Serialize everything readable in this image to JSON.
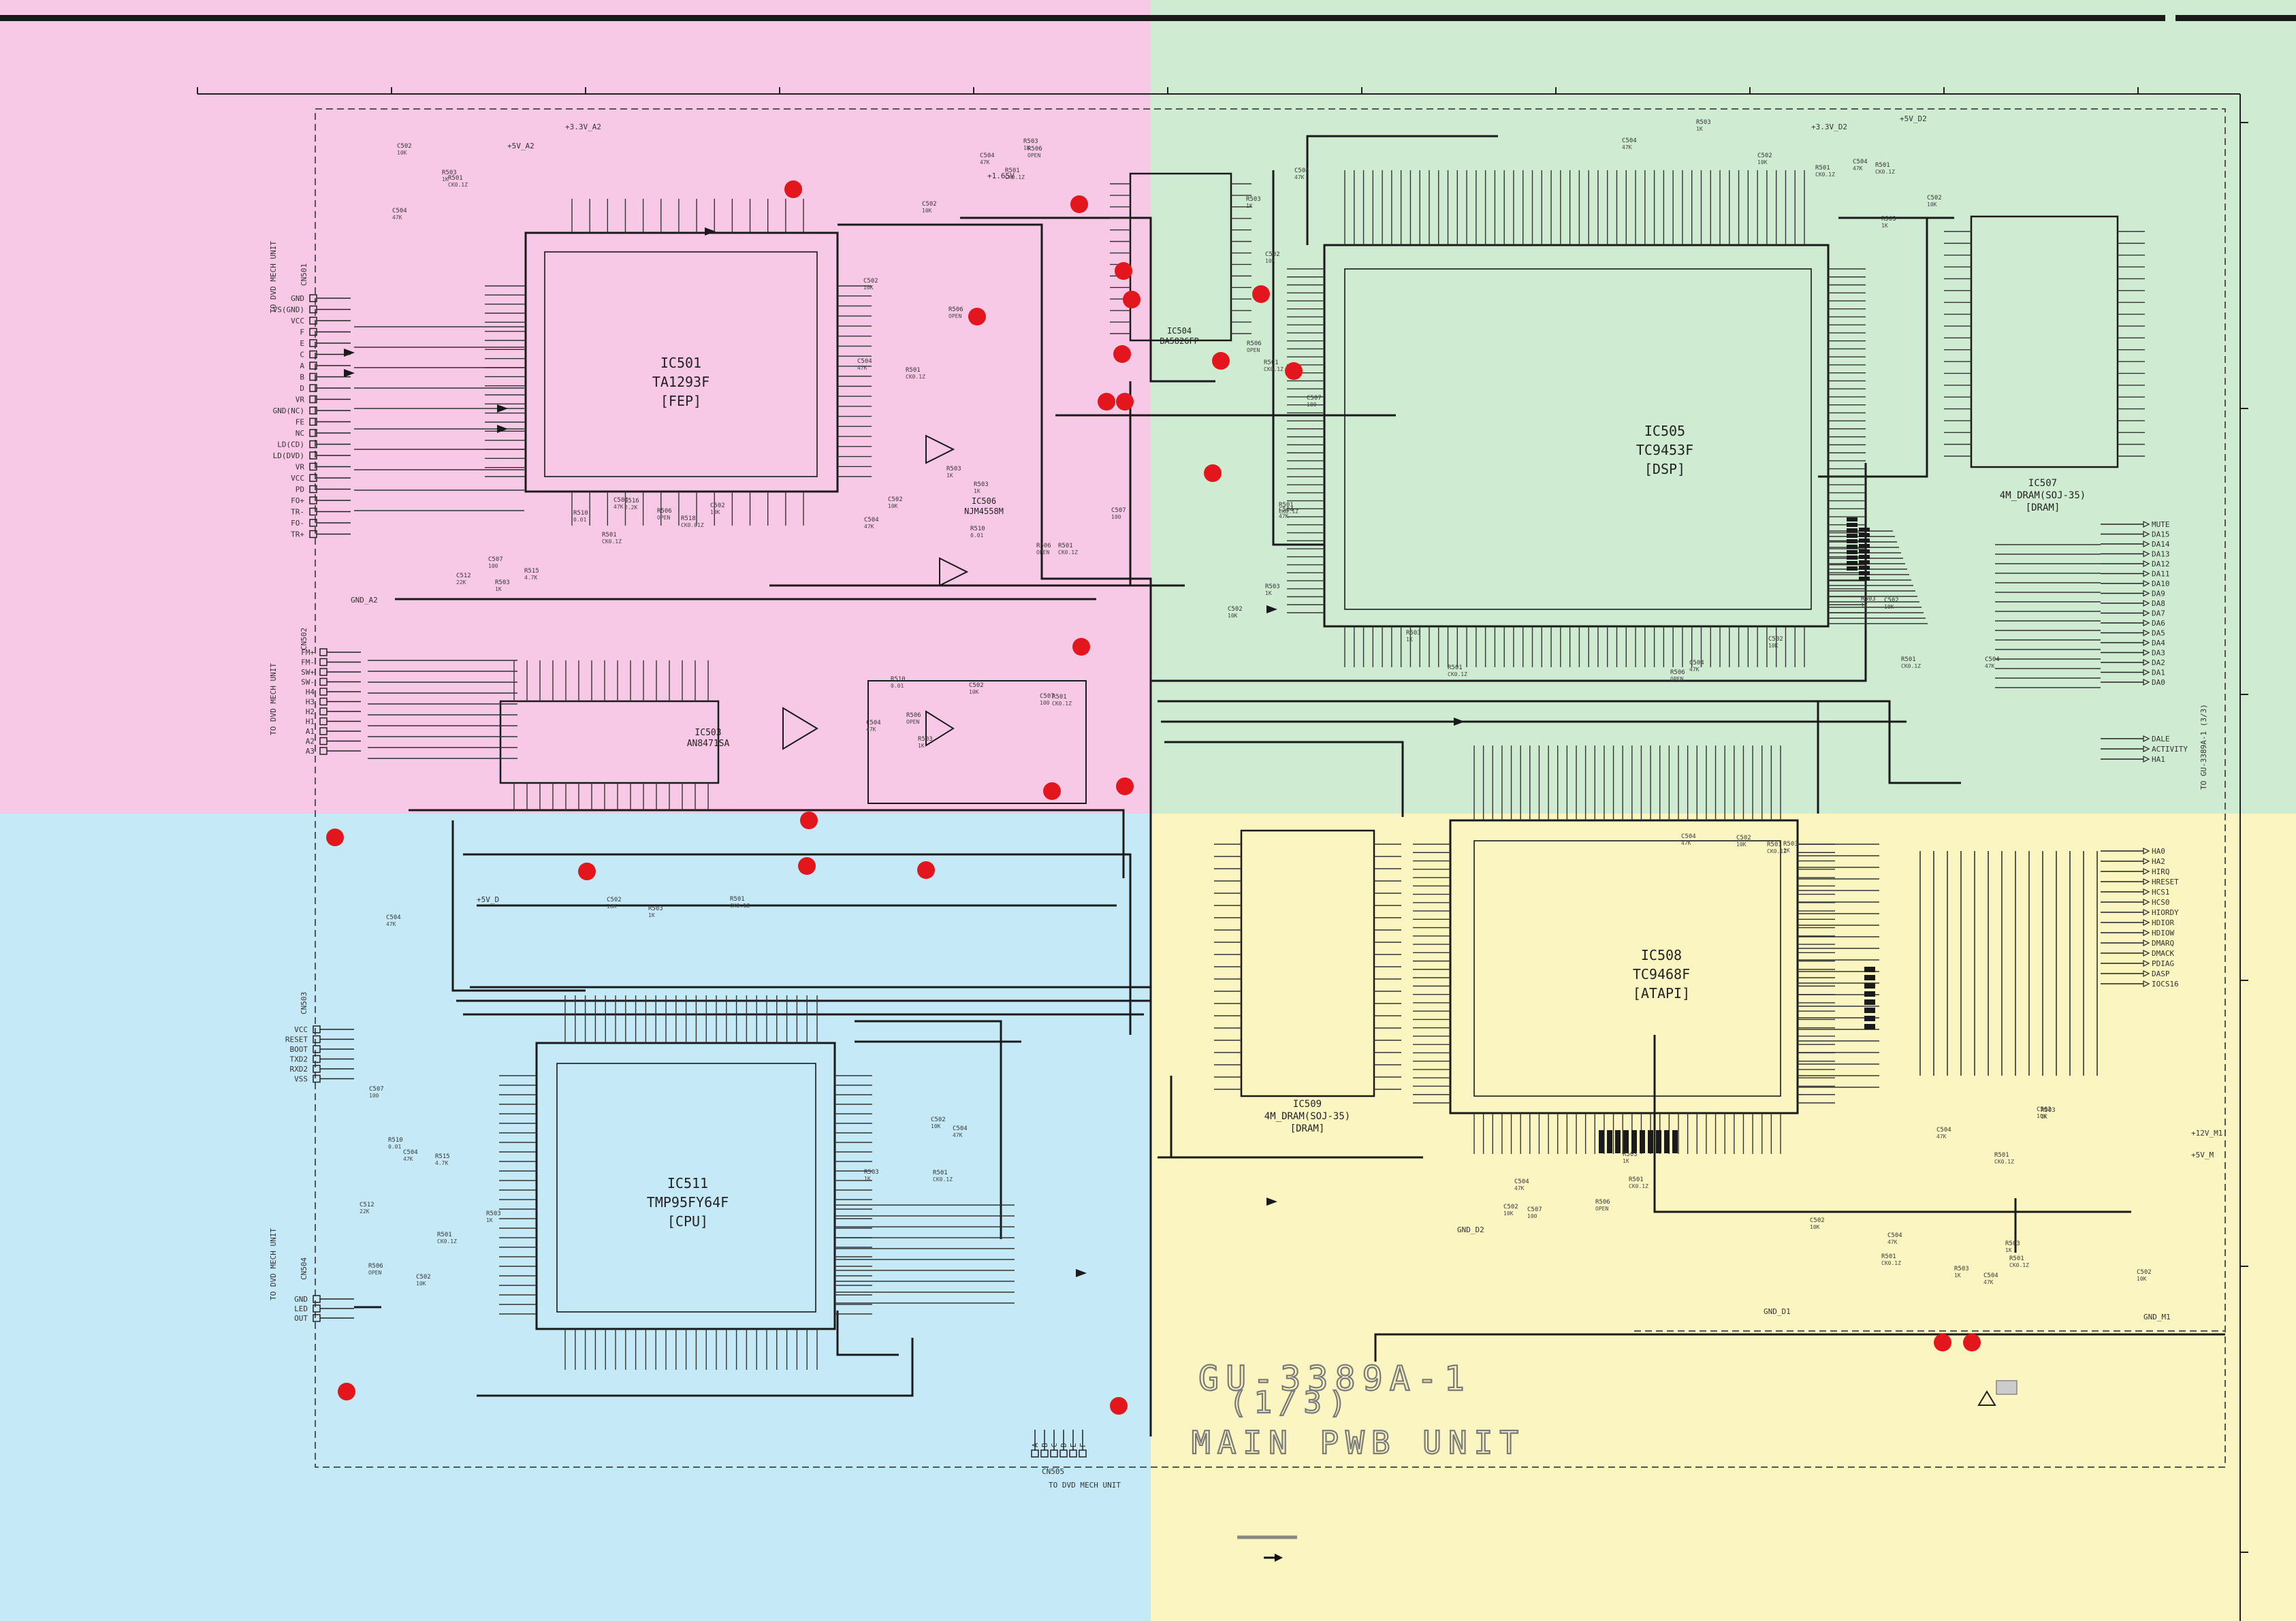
{
  "board": {
    "line1": "GU-3389A-1",
    "line2": "(1/3)",
    "line3": "MAIN PWB UNIT"
  },
  "ics": [
    {
      "id": "ic501",
      "name": "IC501",
      "part": "TA1293F",
      "role": "[FEP]"
    },
    {
      "id": "ic505",
      "name": "IC505",
      "part": "TC9453F",
      "role": "[DSP]"
    },
    {
      "id": "ic508",
      "name": "IC508",
      "part": "TC9468F",
      "role": "[ATAPI]"
    },
    {
      "id": "ic511",
      "name": "IC511",
      "part": "TMP95FY64F",
      "role": "[CPU]"
    },
    {
      "id": "ic507",
      "name": "IC507",
      "part": "4M_DRAM(SOJ-35)",
      "role": "[DRAM]"
    },
    {
      "id": "ic509",
      "name": "IC509",
      "part": "4M_DRAM(SOJ-35)",
      "role": "[DRAM]"
    },
    {
      "id": "ic503",
      "name": "IC503",
      "part": "AN8471SA",
      "role": ""
    },
    {
      "id": "ic504",
      "name": "IC504",
      "part": "BA5826FP",
      "role": ""
    },
    {
      "id": "ic506",
      "name": "IC506",
      "part": "NJM4558M",
      "role": ""
    }
  ],
  "connectors": {
    "cn501": {
      "name": "CN501",
      "note": "TO DVD MECH UNIT",
      "pins": [
        "GND",
        "VS(GND)",
        "VCC",
        "F",
        "E",
        "C",
        "A",
        "B",
        "D",
        "VR",
        "GND(NC)",
        "FE",
        "NC",
        "LD(CD)",
        "LD(DVD)",
        "VR",
        "VCC",
        "PD",
        "FO+",
        "TR-",
        "FO-",
        "TR+"
      ]
    },
    "cn502": {
      "name": "CN502",
      "note": "TO DVD MECH UNIT",
      "pins": [
        "FM+",
        "FM-",
        "SW+",
        "SW-",
        "H4",
        "H3",
        "H2",
        "H1",
        "A1",
        "A2",
        "A3"
      ]
    },
    "cn503": {
      "name": "CN503",
      "note": "",
      "pins": [
        "VCC",
        "RESET",
        "BOOT",
        "TXD2",
        "RXD2",
        "VSS"
      ]
    },
    "cn504": {
      "name": "CN504",
      "note": "TO DVD MECH UNIT",
      "pins": [
        "GND",
        "LED",
        "OUT"
      ]
    },
    "cn505": {
      "name": "CN505",
      "note": "TO DVD MECH UNIT",
      "pins": [
        "A",
        "B",
        "C",
        "D",
        "E",
        "F"
      ]
    }
  },
  "signals_right": [
    "MUTE",
    "DA15",
    "DA14",
    "DA13",
    "DA12",
    "DA11",
    "DA10",
    "DA9",
    "DA8",
    "DA7",
    "DA6",
    "DA5",
    "DA4",
    "DA3",
    "DA2",
    "DA1",
    "DA0",
    "DALE",
    "ACTIVITY",
    "HA1",
    "HA0",
    "HA2",
    "HIRQ",
    "HRESET",
    "HCS1",
    "HCS0",
    "HIORDY",
    "HDIOR",
    "HDIOW",
    "DMARQ",
    "DMACK",
    "PDIAG",
    "DASP",
    "IOCS16"
  ],
  "rail_labels": [
    "+3.3V_A2",
    "+5V_A2",
    "+1.65V",
    "+3.3V_D2",
    "+5V_D2",
    "+5V_D",
    "+12V_M1",
    "+5V_M",
    "GND_A2",
    "GND_D2",
    "GND_D1",
    "GND_M1"
  ],
  "to_label": "TO GU-3389A-1 (3/3)",
  "legend": {
    "arrow_note": ""
  },
  "colors": {
    "pink": "#f8c9e6",
    "green": "#cfebd2",
    "blue": "#c5e9f7",
    "yellow": "#fbf5c1",
    "marker": "#e3161d"
  }
}
